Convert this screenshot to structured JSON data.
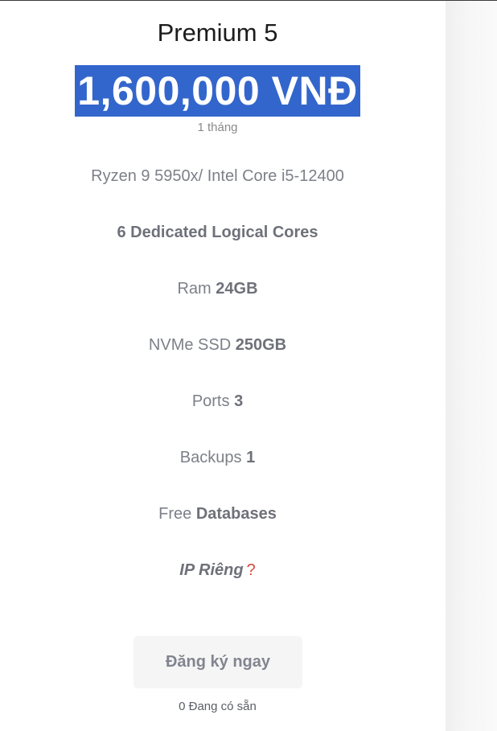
{
  "plan": {
    "title": "Premium 5",
    "price": "1,600,000 VNĐ",
    "period": "1 tháng"
  },
  "features": {
    "cpu": "Ryzen 9 5950x/ Intel Core i5-12400",
    "cores": "6 Dedicated Logical Cores",
    "ram_label": "Ram",
    "ram_value": "24GB",
    "ssd_label": "NVMe SSD",
    "ssd_value": "250GB",
    "ports_label": "Ports",
    "ports_value": "3",
    "backups_label": "Backups",
    "backups_value": "1",
    "databases_label": "Free",
    "databases_value": "Databases",
    "ip_label": "IP Riêng",
    "ip_help": "?"
  },
  "action": {
    "signup_label": "Đăng ký ngay",
    "availability": "0 Đang có sẵn"
  },
  "colors": {
    "price_highlight": "#3366cc",
    "help_icon": "#d84a3c"
  }
}
